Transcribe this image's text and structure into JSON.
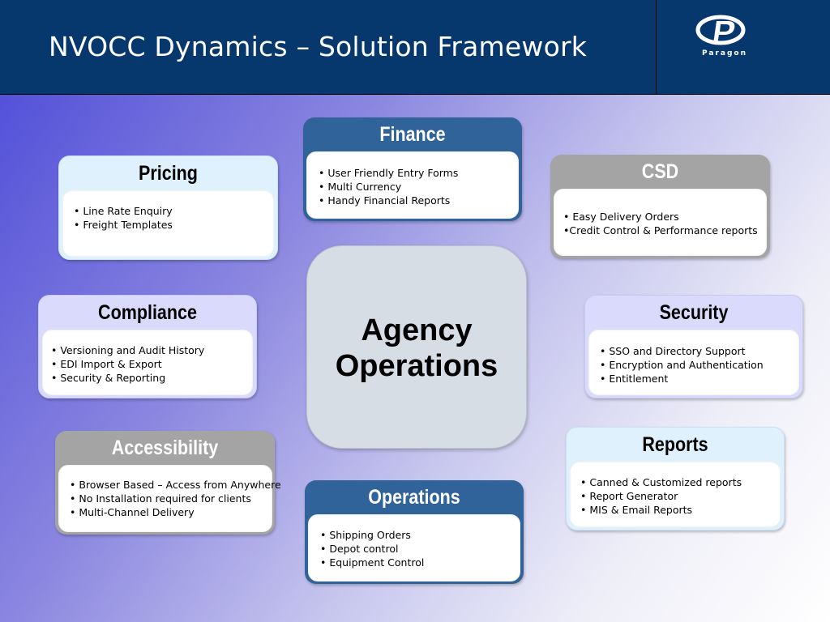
{
  "header": {
    "title": "NVOCC Dynamics – Solution Framework",
    "logo_text": "Paragon"
  },
  "center": {
    "line1": "Agency",
    "line2": "Operations"
  },
  "modules": {
    "finance": {
      "title": "Finance",
      "items": [
        "• User Friendly Entry Forms",
        "• Multi Currency",
        "• Handy Financial Reports"
      ]
    },
    "pricing": {
      "title": "Pricing",
      "items": [
        "• Line Rate Enquiry",
        "• Freight Templates"
      ]
    },
    "csd": {
      "title": "CSD",
      "items": [
        "• Easy Delivery Orders",
        "•Credit Control & Performance reports"
      ]
    },
    "compliance": {
      "title": "Compliance",
      "items": [
        "• Versioning and Audit History",
        "• EDI Import & Export",
        "• Security & Reporting"
      ]
    },
    "security": {
      "title": "Security",
      "items": [
        "• SSO and Directory Support",
        "• Encryption and Authentication",
        "• Entitlement"
      ]
    },
    "accessibility": {
      "title": "Accessibility",
      "items": [
        "• Browser Based – Access from Anywhere",
        "• No Installation required for clients",
        "• Multi-Channel Delivery"
      ]
    },
    "reports": {
      "title": "Reports",
      "items": [
        "•  Canned & Customized reports",
        "•  Report Generator",
        "•  MIS & Email Reports"
      ]
    },
    "operations": {
      "title": "Operations",
      "items": [
        "• Shipping Orders",
        "• Depot control",
        "• Equipment Control"
      ]
    }
  },
  "colors": {
    "header_bg": "#06386e",
    "dark_card": "#2f6399",
    "light_card": "#dff1fd",
    "gray_card": "#a4a4a4",
    "lavender_card": "#dadafc",
    "center_bg": "#d6dde5"
  }
}
